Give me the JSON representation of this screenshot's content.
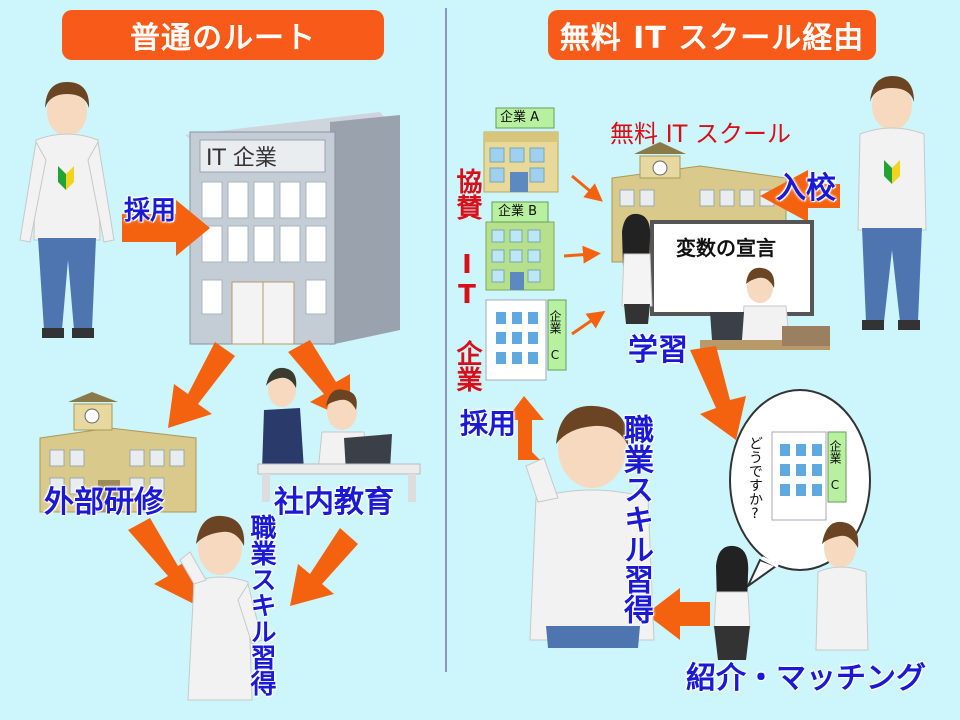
{
  "left": {
    "title": "普通のルート",
    "company_sign": "IT 企業",
    "hire_label": "採用",
    "external_training": "外部研修",
    "internal_education": "社内教育",
    "skill_label": "職業スキル習得"
  },
  "right": {
    "title": "無料 IT スクール経由",
    "school_name": "無料 IT スクール",
    "sponsor_label": "協賛 IT 企業",
    "company_a": "企業 A",
    "company_b": "企業 B",
    "company_c": "企業 C",
    "company_c_bubble": "企業 C",
    "enroll_label": "入校",
    "whiteboard_text": "変数の宣言",
    "study_label": "学習",
    "hire_label": "採用",
    "skill_label": "職業スキル習得",
    "question": "どうですか?",
    "matching_label": "紹介・マッチング"
  },
  "colors": {
    "background": "#ccf6fb",
    "banner": "#f85a1a",
    "arrow": "#f5620f",
    "label_blue": "#1a1ad6",
    "label_red": "#d80e18",
    "building_gray": "#c4ccd6",
    "school_tan": "#d9c98a"
  }
}
